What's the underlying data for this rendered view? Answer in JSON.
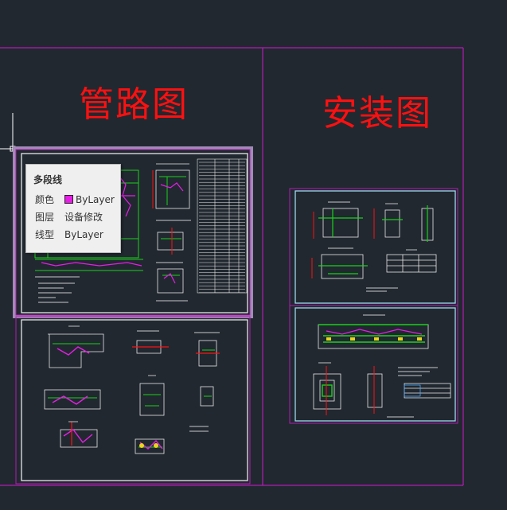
{
  "titles": {
    "left": "管路图",
    "right": "安装图"
  },
  "tooltip": {
    "title": "多段线",
    "color_label": "颜色",
    "color_value": "ByLayer",
    "color_swatch": "#e61ee6",
    "layer_label": "图层",
    "layer_value": "设备修改",
    "linetype_label": "线型",
    "linetype_value": "ByLayer"
  },
  "colors": {
    "background": "#212830",
    "frame_magenta": "#b41cb4",
    "frame_white": "#e8e8e8",
    "frame_cyan": "#9fd8ef",
    "title_red": "#ff1010",
    "selection": "#a08ab6"
  }
}
